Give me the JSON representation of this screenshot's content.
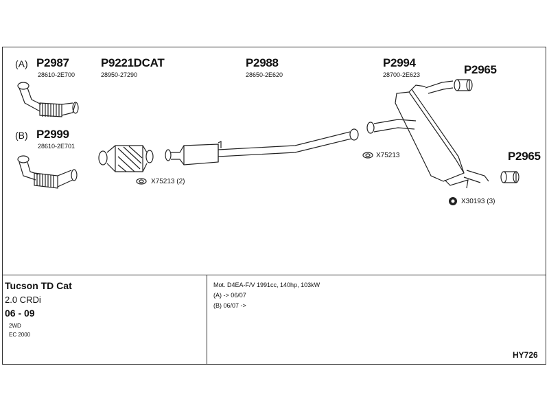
{
  "parts": {
    "p2987": {
      "variant": "(A)",
      "code": "P2987",
      "oem": "28610-2E700"
    },
    "p2999": {
      "variant": "(B)",
      "code": "P2999",
      "oem": "28610-2E701"
    },
    "p9221": {
      "code": "P9221DCAT",
      "oem": "28950-27290"
    },
    "p2988": {
      "code": "P2988",
      "oem": "28650-2E620"
    },
    "p2994": {
      "code": "P2994",
      "oem": "28700-2E623"
    },
    "p2965_top": {
      "code": "P2965"
    },
    "p2965_bottom": {
      "code": "P2965"
    }
  },
  "fittings": {
    "gasket_left": "X75213 (2)",
    "gasket_right": "X75213",
    "clamp": "X30193 (3)"
  },
  "vehicle": {
    "model": "Tucson TD Cat",
    "engine": "2.0 CRDi",
    "years": "06 - 09",
    "drive": "2WD",
    "emission": "EC 2000"
  },
  "notes": {
    "motor": "Mot. D4EA-F/V 1991cc, 140hp, 103kW",
    "variant_a": "(A) -> 06/07",
    "variant_b": "(B) 06/07 ->"
  },
  "catalog_code": "HY726"
}
